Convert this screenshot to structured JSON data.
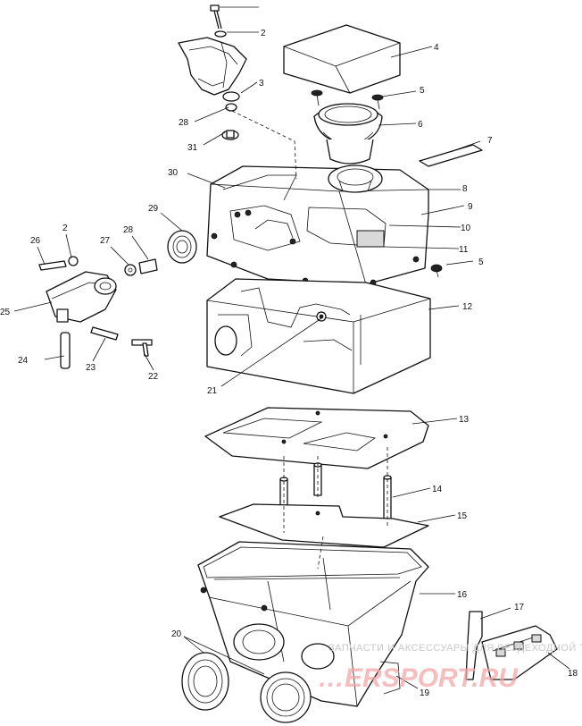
{
  "callouts": {
    "c1": "",
    "c2": "2",
    "c3": "3",
    "c4": "4",
    "c5": "5",
    "c6": "6",
    "c7": "7",
    "c8": "8",
    "c9": "9",
    "c10": "10",
    "c11": "11",
    "c5b": "5",
    "c12": "12",
    "c13": "13",
    "c14": "14",
    "c15": "15",
    "c16": "16",
    "c17": "17",
    "c18": "18",
    "c19": "19",
    "c20": "20",
    "c21": "21",
    "c22": "22",
    "c23": "23",
    "c24": "24",
    "c25": "25",
    "c26": "26",
    "c2b": "2",
    "c27": "27",
    "c28": "28",
    "c28b": "28",
    "c29": "29",
    "c30": "30",
    "c31": "31"
  },
  "watermark": {
    "text": "ЗАПЧАСТИ И АКСЕССУАРЫ ДЛЯ ВЕЗДЕХОДНОЙ ТЕХНИКИ",
    "logo": "…ERSPORT.RU"
  }
}
